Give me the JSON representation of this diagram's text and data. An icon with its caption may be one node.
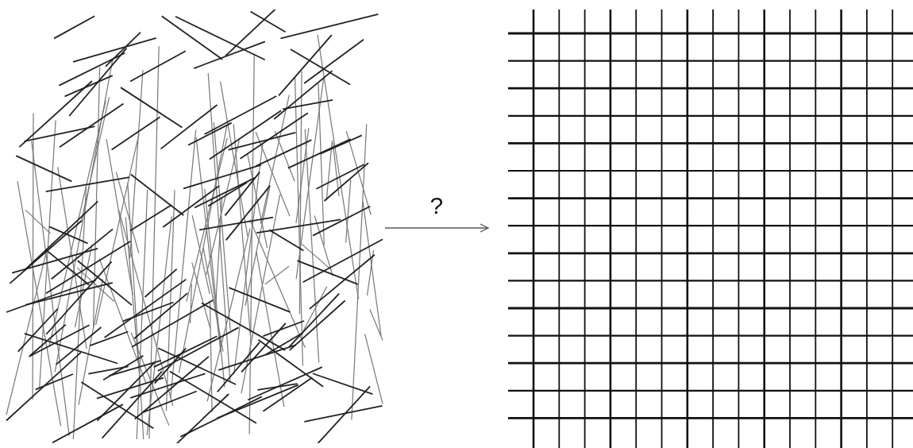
{
  "diagram": {
    "nodes": [
      {
        "text": [],
        "shape": "picture"
      },
      {
        "text": [],
        "shape": "picture"
      }
    ],
    "edges": [
      {
        "from": 0,
        "to": 1,
        "arrow": "to",
        "label": "?"
      }
    ]
  }
}
